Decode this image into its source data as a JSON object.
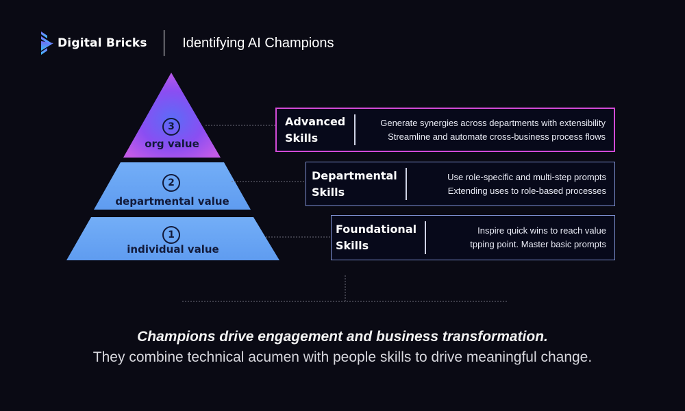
{
  "header": {
    "brand": "Digital Bricks",
    "title": "Identifying AI Champions"
  },
  "pyramid": [
    {
      "number": "3",
      "label": "org value"
    },
    {
      "number": "2",
      "label": "departmental value"
    },
    {
      "number": "1",
      "label": "individual value"
    }
  ],
  "skills": [
    {
      "name_line1": "Advanced",
      "name_line2": "Skills",
      "desc_line1": "Generate synergies across departments with extensibility",
      "desc_line2": "Streamline and automate cross-business process flows"
    },
    {
      "name_line1": "Departmental",
      "name_line2": "Skills",
      "desc_line1": "Use role-specific and multi-step prompts",
      "desc_line2": "Extending uses to role-based processes"
    },
    {
      "name_line1": "Foundational",
      "name_line2": "Skills",
      "desc_line1": "Inspire quick wins to reach value",
      "desc_line2": "tpping point. Master basic prompts"
    }
  ],
  "tagline": {
    "headline": "Champions drive engagement and business transformation.",
    "subline": "They combine technical acumen with people skills to drive meaningful change."
  },
  "colors": {
    "background": "#0a0a14",
    "tier_blue": "#6aa8f5",
    "tier_purple": "#a74af0",
    "advanced_border": "#d14ad6",
    "box_border": "#7d8fd0"
  }
}
